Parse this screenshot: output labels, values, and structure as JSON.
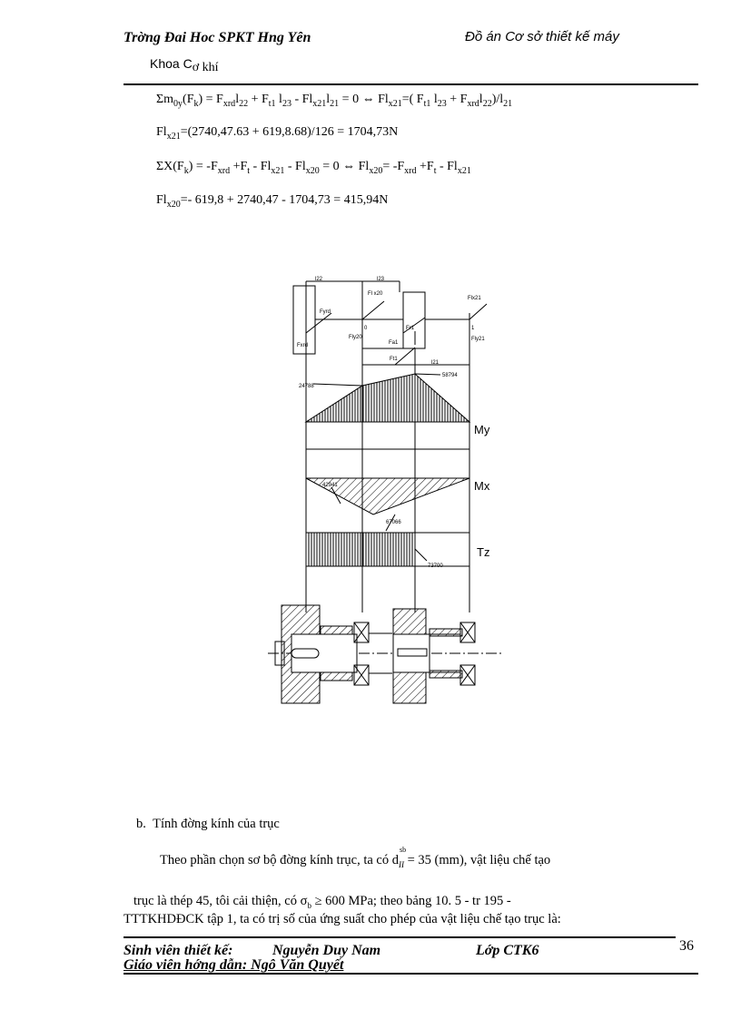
{
  "header": {
    "school": "Trờng   Đai Hoc SPKT Hng   Yên",
    "project_title": "Đồ án Cơ sở thiết kế máy",
    "faculty_prefix": "Khoa  C",
    "faculty_suffix": "ơ khí"
  },
  "equations": [
    {
      "id": "moment-sum",
      "parts": [
        "Σm",
        "0y",
        "(F",
        "k",
        ") =  F",
        "xrd",
        "l",
        "22",
        " + F",
        "t1",
        " l",
        "23",
        " - Fl",
        "x21",
        "l",
        "21",
        " = 0 ⇔ Fl",
        "x21",
        "=( F",
        "t1",
        " l",
        "23",
        " + F",
        "xrd",
        "l",
        "22",
        ")/l",
        "21"
      ]
    },
    {
      "id": "fl-x21-value",
      "parts": [
        "Fl",
        "x21",
        "=(2740,47.63 + 619,8.68)/126 = 1704,73N"
      ]
    },
    {
      "id": "force-sum",
      "parts": [
        "ΣX(F",
        "k",
        ") = -F",
        "xrd",
        " +F",
        "t",
        " - Fl",
        "x21",
        " - Fl",
        "x20",
        " = 0 ⇔ Fl",
        "x20",
        "= -F",
        "xrd",
        " +F",
        "t",
        " - Fl",
        "x21"
      ]
    },
    {
      "id": "fl-x20-value",
      "parts": [
        "Fl",
        "x20",
        "=- 619,8 + 2740,47 - 1704,73 = 415,94N"
      ]
    }
  ],
  "diagram": {
    "labels": {
      "my": "My",
      "mx": "Mx",
      "tz": "Tz",
      "f_yrd": "Fyrd",
      "f_xrd": "Fxrd",
      "fl_y20": "Fly20",
      "fl_x20_top": "Fl x20",
      "fl_y21": "Fly21",
      "fl_x21": "Flx21",
      "f_r1": "Fr1",
      "f_a1": "Fa1",
      "f_t1": "Ft1",
      "point_0": "0",
      "point_1": "1",
      "dim_l22": "l22",
      "dim_l21": "l21",
      "dim_l23": "l23",
      "val_my1": "24788",
      "val_my2": "58794",
      "val_mx1": "42941",
      "val_mx2": "67066",
      "val_tz": "73700"
    }
  },
  "section_b": {
    "heading_marker": "b.",
    "heading_text": "Tính đờng   kính của trục",
    "para1_start": "Theo phần chọn sơ bộ đờng   kính trục, ta có d",
    "para1_sup": "sb",
    "para1_sub": "II",
    "para1_end": " = 35 (mm), vật liệu chế tạo",
    "para2_start": "trục là thép 45, tôi cải thiện, có σ",
    "para2_sub": "b",
    "para2_end": " ≥ 600 MPa; theo bảng 10. 5  - tr 195 -",
    "para3": "TTTKHDĐCK tập 1, ta có trị số của ứng suất cho  phép của vật liệu chế tạo trục là:"
  },
  "footer": {
    "student_label": "Sinh viên thiết kế:",
    "student_name": "Nguyễn Duy Nam",
    "class_label": "Lớp CTK6",
    "advisor_line": "Giáo viên hớng   dẫn: Ngô Văn Quyết",
    "page_number": "36"
  }
}
